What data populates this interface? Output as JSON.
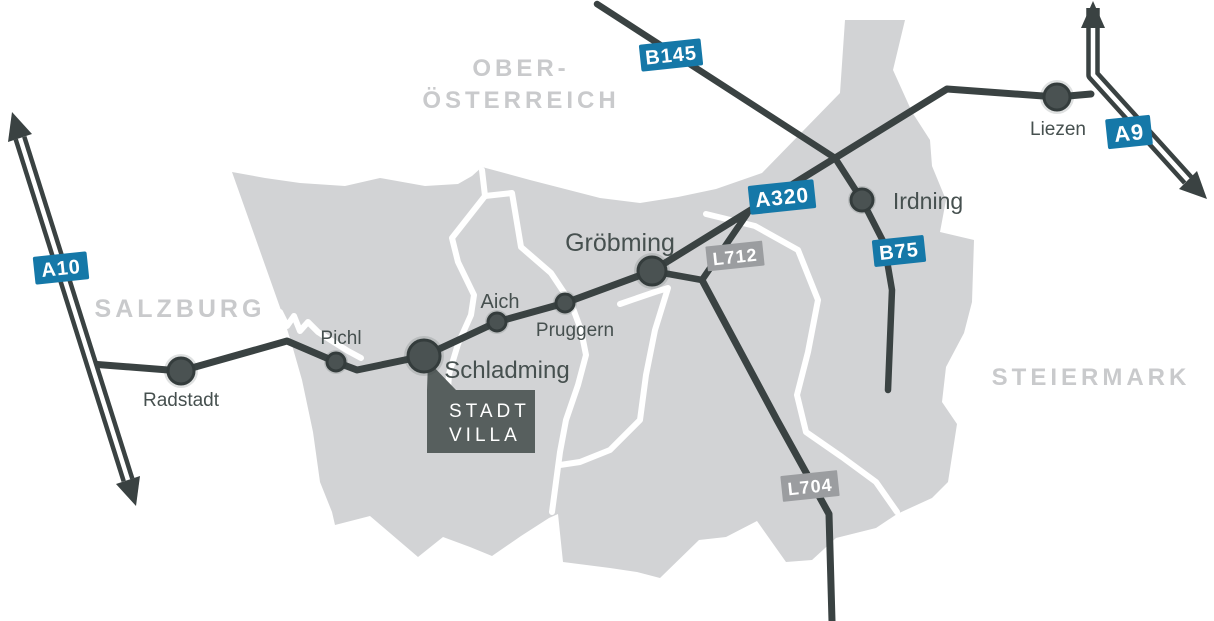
{
  "map": {
    "regions": [
      {
        "id": "salzburg",
        "label": "SALZBURG"
      },
      {
        "id": "oberoesterreich",
        "label_line1": "OBER-",
        "label_line2": "ÖSTERREICH"
      },
      {
        "id": "steiermark",
        "label": "STEIERMARK"
      }
    ],
    "towns": [
      {
        "name": "Radstadt"
      },
      {
        "name": "Pichl"
      },
      {
        "name": "Schladming"
      },
      {
        "name": "Aich"
      },
      {
        "name": "Pruggern"
      },
      {
        "name": "Gröbming"
      },
      {
        "name": "Irdning"
      },
      {
        "name": "Liezen"
      }
    ],
    "road_badges": [
      {
        "id": "a10",
        "label": "A10",
        "type": "motorway"
      },
      {
        "id": "b145",
        "label": "B145",
        "type": "federal-road"
      },
      {
        "id": "a320",
        "label": "A320",
        "type": "motorway"
      },
      {
        "id": "a9",
        "label": "A9",
        "type": "motorway"
      },
      {
        "id": "b75",
        "label": "B75",
        "type": "federal-road"
      },
      {
        "id": "l712",
        "label": "L712",
        "type": "state-road"
      },
      {
        "id": "l704",
        "label": "L704",
        "type": "state-road"
      }
    ],
    "callout": {
      "line1": "STADT",
      "line2": "VILLA"
    },
    "colors": {
      "land": "#d2d3d5",
      "road": "#3a4242",
      "white_road": "#ffffff",
      "motorway_badge_blue": "#1578a8",
      "state_badge_gray": "#9b9da0",
      "region_label": "#c9cacc",
      "town_label": "#46504f",
      "callout_background": "#575f5e",
      "callout_text": "#ffffff"
    }
  }
}
